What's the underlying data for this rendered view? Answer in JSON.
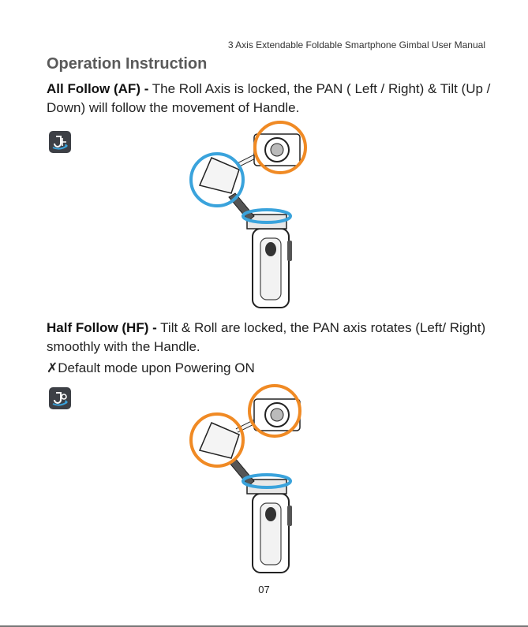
{
  "header": {
    "manual_title": "3 Axis Extendable Foldable Smartphone Gimbal User Manual"
  },
  "section": {
    "title": "Operation Instruction"
  },
  "modes": [
    {
      "name": "All Follow (AF) -",
      "description": " The Roll Axis is locked, the PAN ( Left / Right) & Tilt (Up / Down) will follow the movement of Handle.",
      "icon": "all-follow-mode-icon"
    },
    {
      "name": "Half Follow (HF) -",
      "description": " Tilt & Roll are locked, the PAN axis rotates (Left/ Right) smoothly with the Handle.",
      "note_symbol": "✗",
      "note": "Default mode upon Powering ON",
      "icon": "half-follow-mode-icon"
    }
  ],
  "colors": {
    "highlight_orange": "#f08a24",
    "highlight_blue": "#3aa3dc",
    "icon_bg": "#3d4046"
  },
  "page": {
    "number": "07"
  }
}
